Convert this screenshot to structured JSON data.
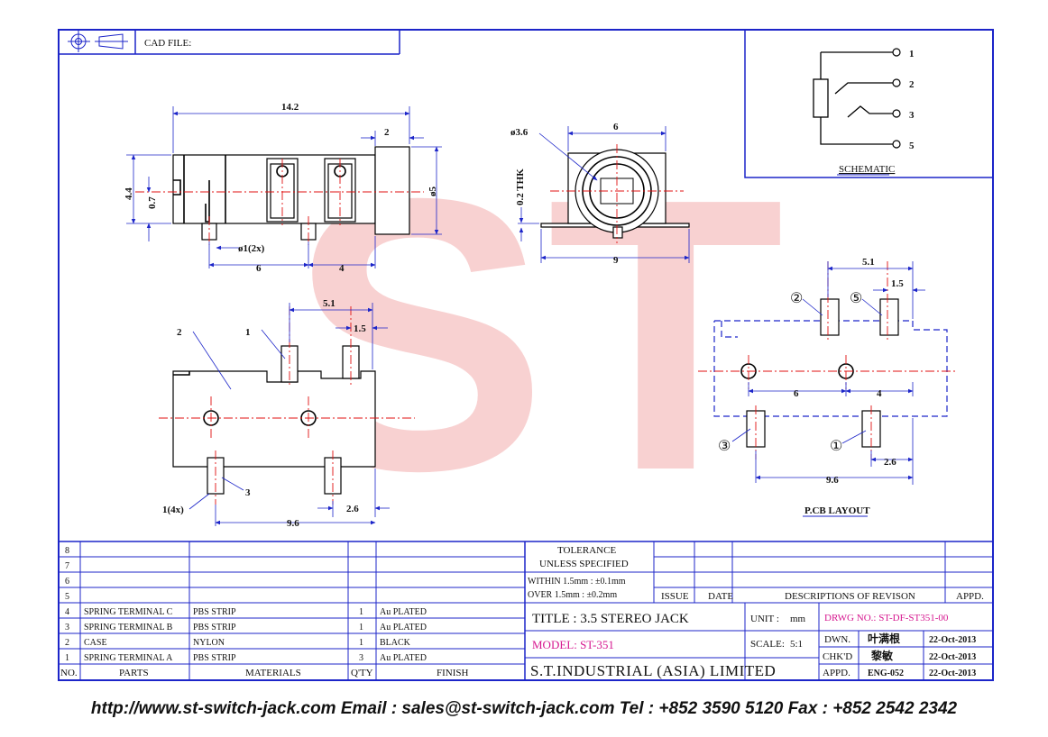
{
  "header": {
    "cad_label": "CAD FILE:"
  },
  "side_view": {
    "dim_length": "14.2",
    "dim_head": "2",
    "dim_height": "4.4",
    "dim_offset": "0.7",
    "dim_dia": "ø5",
    "dim_pin_dia": "ø1(2x)",
    "dim_pitch_a": "6",
    "dim_pitch_b": "4"
  },
  "front_view": {
    "dim_bore": "ø3.6",
    "dim_body": "6",
    "dim_thk": "0.2 THK",
    "dim_width": "9"
  },
  "top_view": {
    "dim_51": "5.1",
    "dim_15": "1.5",
    "dim_26": "2.6",
    "dim_96": "9.6",
    "callout_1": "1",
    "callout_2": "2",
    "callout_3": "3",
    "callout_qty": "1(4x)"
  },
  "schematic": {
    "pins": [
      "1",
      "2",
      "3",
      "5"
    ],
    "caption": "SCHEMATIC"
  },
  "pcb": {
    "dim_51": "5.1",
    "dim_15": "1.5",
    "dim_6": "6",
    "dim_4": "4",
    "dim_96": "9.6",
    "dim_26": "2.6",
    "callout_1": "①",
    "callout_2": "②",
    "callout_3": "③",
    "callout_5": "⑤",
    "caption": "P.CB LAYOUT"
  },
  "watermark": "ST",
  "bom": {
    "rows": [
      {
        "no": "8",
        "part": "",
        "material": "",
        "qty": "",
        "finish": ""
      },
      {
        "no": "7",
        "part": "",
        "material": "",
        "qty": "",
        "finish": ""
      },
      {
        "no": "6",
        "part": "",
        "material": "",
        "qty": "",
        "finish": ""
      },
      {
        "no": "5",
        "part": "",
        "material": "",
        "qty": "",
        "finish": ""
      },
      {
        "no": "4",
        "part": "SPRING TERMINAL C",
        "material": "PBS STRIP",
        "qty": "1",
        "finish": "Au PLATED"
      },
      {
        "no": "3",
        "part": "SPRING TERMINAL B",
        "material": "PBS STRIP",
        "qty": "1",
        "finish": "Au PLATED"
      },
      {
        "no": "2",
        "part": "CASE",
        "material": "NYLON",
        "qty": "1",
        "finish": "BLACK"
      },
      {
        "no": "1",
        "part": "SPRING TERMINAL A",
        "material": "PBS STRIP",
        "qty": "3",
        "finish": "Au PLATED"
      }
    ],
    "headers": {
      "no": "NO.",
      "parts": "PARTS",
      "materials": "MATERIALS",
      "qty": "Q'TY",
      "finish": "FINISH"
    }
  },
  "tolerance": {
    "title": "TOLERANCE",
    "subtitle": "UNLESS   SPECIFIED",
    "within": "WITHIN  1.5mm : ±0.1mm",
    "over": "OVER    1.5mm : ±0.2mm"
  },
  "revision": {
    "issue": "ISSUE",
    "date": "DATE",
    "desc": "DESCRIPTIONS  OF  REVISON",
    "appd": "APPD."
  },
  "title_block": {
    "title": "TITLE : 3.5 STEREO JACK",
    "unit_label": "UNIT :",
    "unit_value": "mm",
    "drwg": "DRWG NO.: ST-DF-ST351-00",
    "model": "MODEL: ST-351",
    "scale_label": "SCALE:",
    "scale_value": "5:1",
    "dwn_label": "DWN.",
    "dwn_name": "叶满根",
    "dwn_date": "22-Oct-2013",
    "chkd_label": "CHK'D",
    "chkd_name": "黎敏",
    "chkd_date": "22-Oct-2013",
    "appd_label": "APPD.",
    "appd_name": "ENG-052",
    "appd_date": "22-Oct-2013",
    "company": "S.T.INDUSTRIAL  (ASIA)  LIMITED"
  },
  "footer": {
    "text": "http://www.st-switch-jack.com  Email : sales@st-switch-jack.com  Tel : +852 3590 5120  Fax : +852 2542 2342"
  },
  "colors": {
    "frame": "#1c25c9",
    "centerline": "#e01010",
    "watermark": "#f0a9a9",
    "drawing_no": "#d6178f"
  }
}
